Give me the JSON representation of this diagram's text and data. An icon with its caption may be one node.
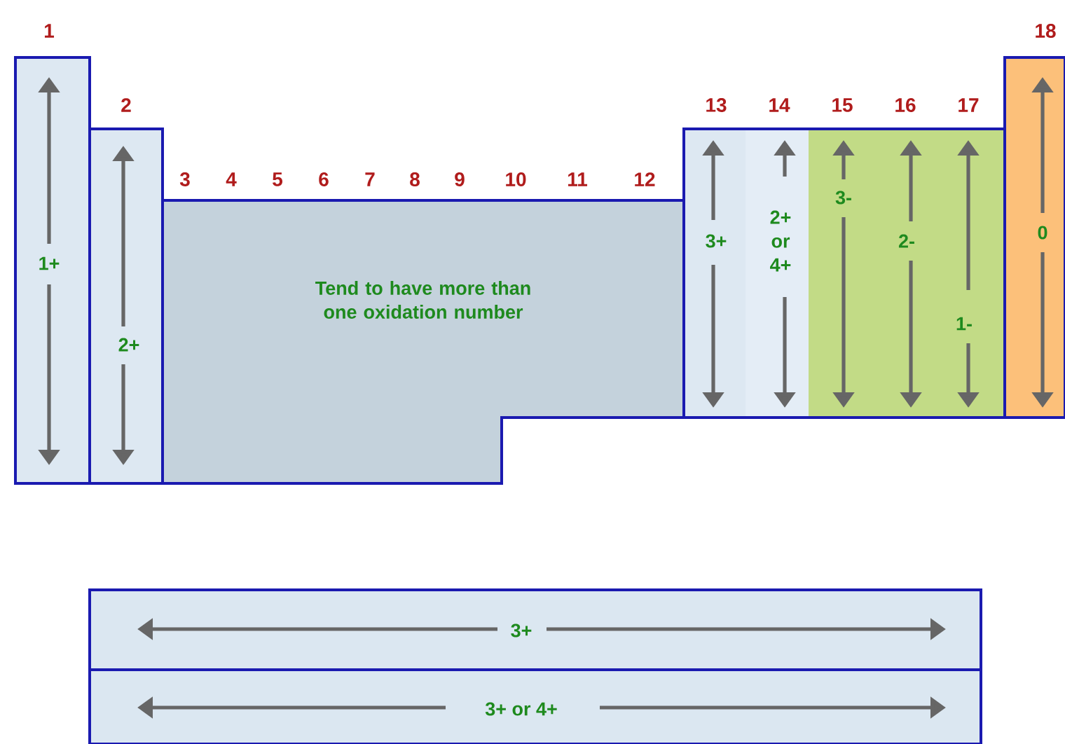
{
  "diagram": {
    "nodes": [
      {
        "text": [
          "1+"
        ]
      },
      {
        "text": [
          "2+"
        ]
      },
      {
        "text": [
          "Tend to have more than one oxidation number"
        ]
      },
      {
        "text": [
          "3+"
        ]
      },
      {
        "text": [
          "2+ or 4+"
        ]
      },
      {
        "text": [
          "3-"
        ]
      },
      {
        "text": [
          "2-"
        ]
      },
      {
        "text": [
          "1-"
        ]
      },
      {
        "text": [
          "0"
        ]
      },
      {
        "text": [
          "3+"
        ]
      },
      {
        "text": [
          "3+ or 4+"
        ]
      }
    ],
    "labels": [
      "1",
      "18",
      "2",
      "13",
      "14",
      "15",
      "16",
      "17",
      "3",
      "4",
      "5",
      "6",
      "7",
      "8",
      "9",
      "10",
      "11",
      "12"
    ]
  }
}
